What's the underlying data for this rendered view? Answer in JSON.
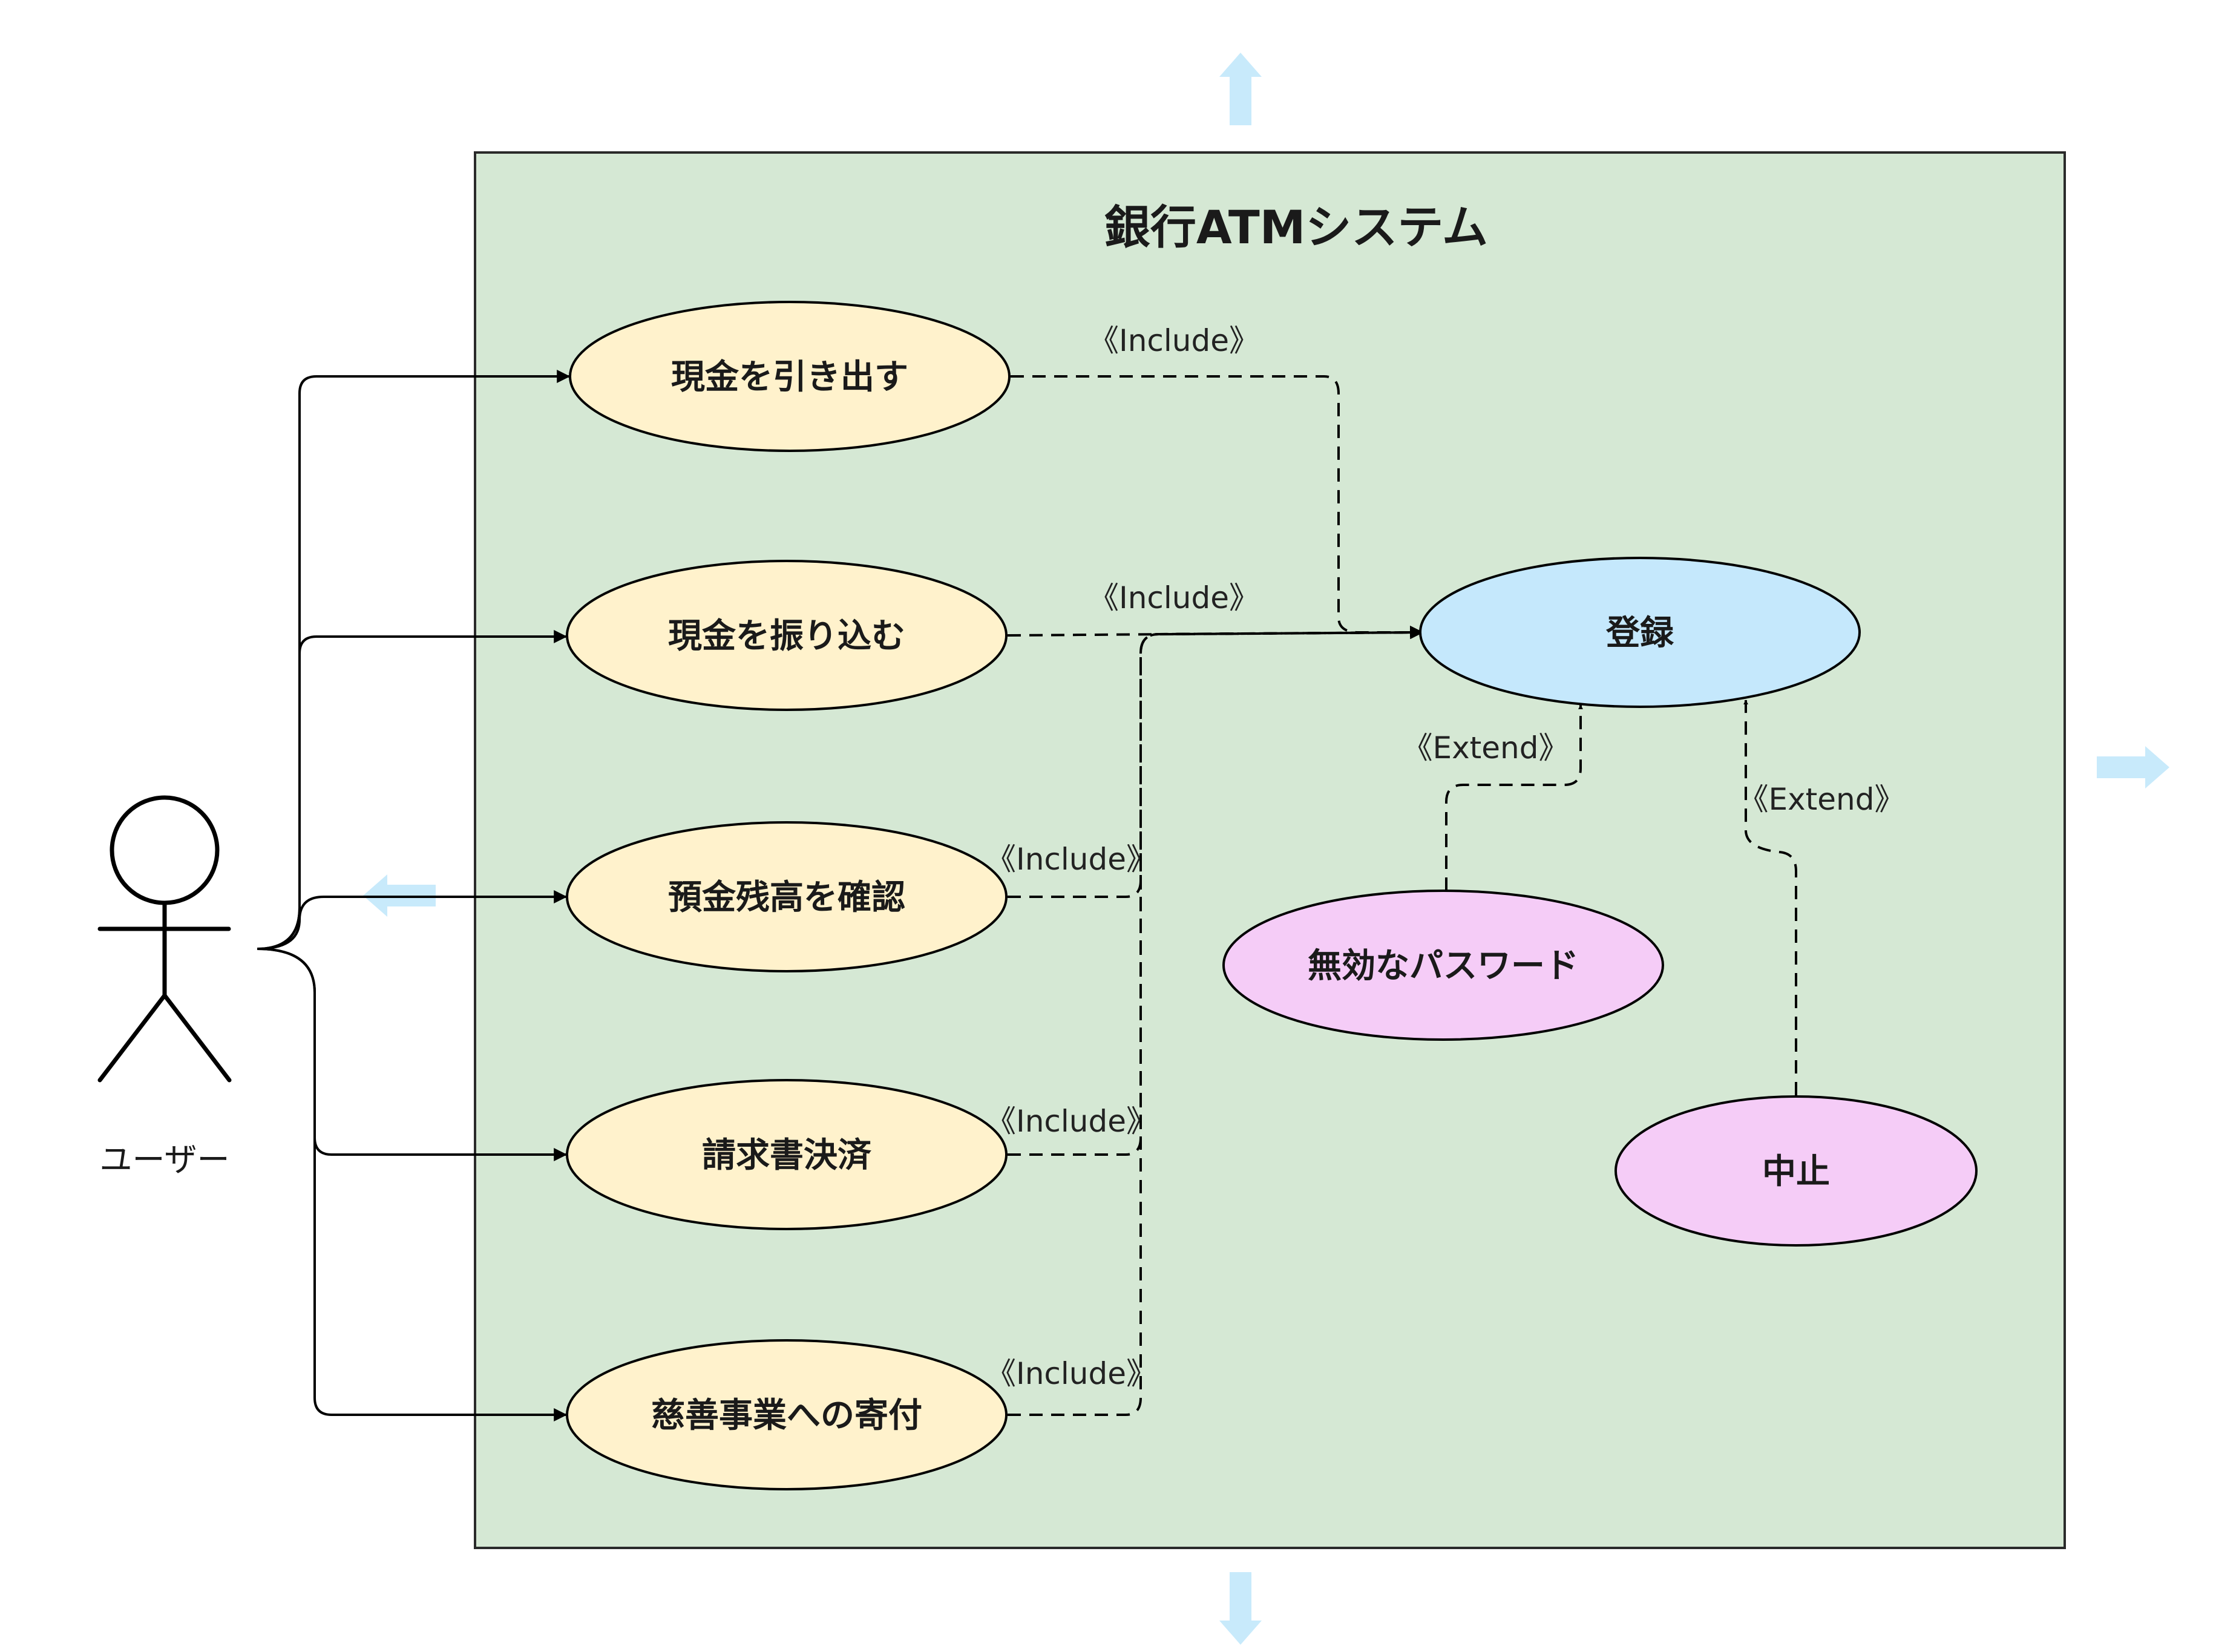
{
  "system": {
    "title": "銀行ATMシステム"
  },
  "actor": {
    "label": "ユーザー"
  },
  "use_cases": {
    "withdraw": "現金を引き出す",
    "transfer": "現金を振り込む",
    "balance": "預金残高を確認",
    "bill": "請求書決済",
    "donation": "慈善事業への寄付",
    "login": "登録",
    "invalid_password": "無効なパスワード",
    "cancel": "中止"
  },
  "relations": {
    "include": "《Include》",
    "extend": "《Extend》"
  },
  "colors": {
    "system_fill": "#d5e8d4",
    "user_usecase_fill": "#fff2cc",
    "login_fill": "#c5e8fc",
    "extension_fill": "#f5ccf7",
    "handle_arrow": "#c8eafb"
  }
}
